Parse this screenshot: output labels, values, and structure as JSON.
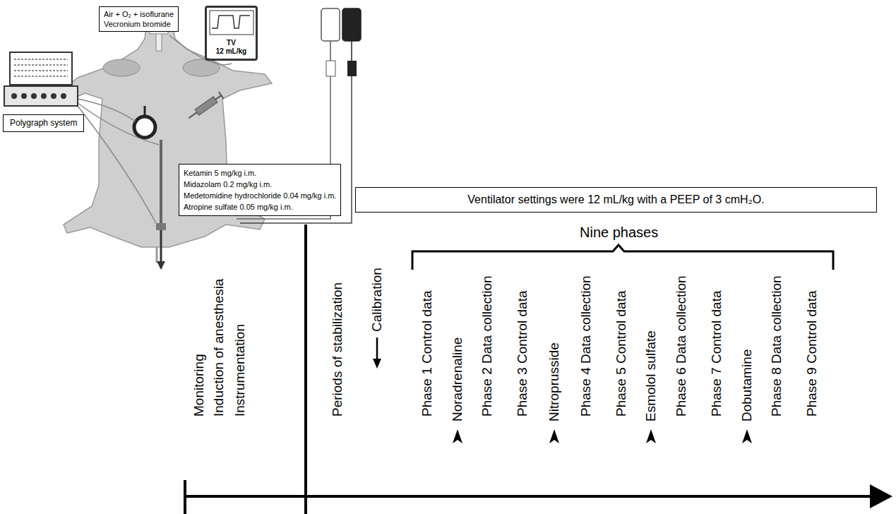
{
  "diagram": {
    "nodes": [
      {
        "text": [
          "Air + O₂ + isoflurane",
          "Vecronium bromide"
        ]
      },
      {
        "text": [
          "TV",
          "12 mL/kg"
        ]
      },
      {
        "text": [
          "Polygraph system"
        ]
      },
      {
        "text": [
          "Ketamin 5 mg/kg i.m.",
          "Midazolam 0.2 mg/kg i.m.",
          "Medetomidine hydrochloride 0.04 mg/kg i.m.",
          "Atropine sulfate 0.05 mg/kg i.m."
        ]
      },
      {
        "text": [
          "Ventilator settings were 12 mL/kg with a PEEP of 3 cmH₂O."
        ]
      }
    ],
    "labels": [
      "Nine phases",
      "Monitoring",
      "Induction of anesthesia",
      "Instrumentation",
      "Periods of stabilization",
      "Calibration",
      "Phase 1 Control data",
      "Noradrenaline",
      "Phase 2 Data collection",
      "Phase 3 Control data",
      "Nitroprusside",
      "Phase 4 Data collection",
      "Phase 5 Control data",
      "Esmolol sulfate",
      "Phase 6 Data collection",
      "Phase 7 Control data",
      "Dobutamine",
      "Phase 8 Data collection",
      "Phase 9 Control data"
    ]
  }
}
